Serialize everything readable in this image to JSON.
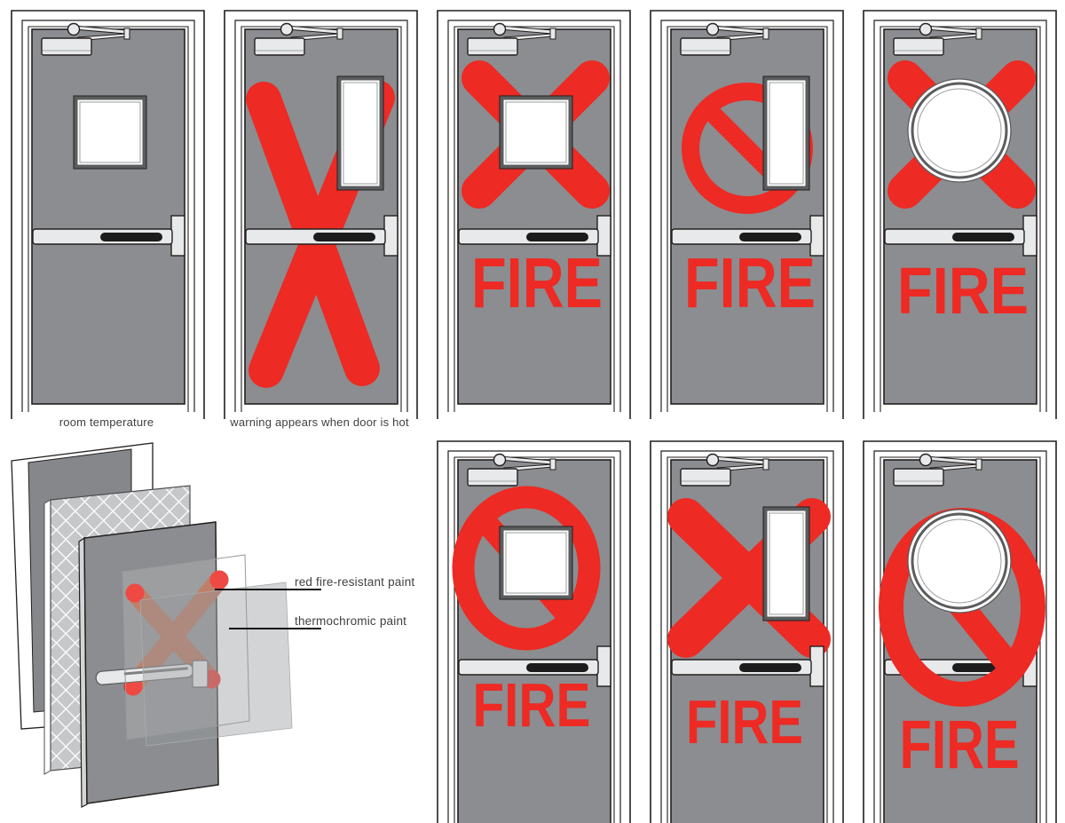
{
  "palette": {
    "red": "#ED2A24",
    "brown": "#B5694F",
    "door_gray": "#8B8D90",
    "outline": "#231F20",
    "hardware": "#E8E9EA",
    "window_frame": "#5B5C5E",
    "window_inner_line": "#9A9C9E",
    "pad_black": "#1C1C1C",
    "caption_text": "#414042",
    "hatch_base": "#C6C7C9",
    "back_panel": "#85878A",
    "door_edge": "#D4D5D7"
  },
  "labels": {
    "fire": "FIRE"
  },
  "doors": [
    {
      "name": "door-room-temperature",
      "col": 0,
      "row": 0,
      "window": "square",
      "marking": "none",
      "fire": false,
      "caption": "room temperature"
    },
    {
      "name": "door-hot-warning",
      "col": 1,
      "row": 0,
      "window": "slit",
      "marking": "x-full",
      "fire": false,
      "caption": "warning appears when door is hot"
    },
    {
      "name": "door-fire-x-square-window",
      "col": 2,
      "row": 0,
      "window": "square",
      "marking": "x-top",
      "fire": true
    },
    {
      "name": "door-fire-ban-slit-window",
      "col": 3,
      "row": 0,
      "window": "slit",
      "marking": "ban-medium",
      "fire": true
    },
    {
      "name": "door-fire-x-round-window",
      "col": 4,
      "row": 0,
      "window": "round",
      "marking": "x-top",
      "fire": true
    },
    {
      "name": "door-fire-ban-square-window",
      "col": 2,
      "row": 1,
      "window": "square",
      "marking": "ban-large",
      "fire": true
    },
    {
      "name": "door-fire-x-slit-window",
      "col": 3,
      "row": 1,
      "window": "slit",
      "marking": "x-low",
      "fire": true
    },
    {
      "name": "door-fire-ban-round-window",
      "col": 4,
      "row": 1,
      "window": "round",
      "marking": "ban-xl",
      "fire": true,
      "marking_over_bar": true
    }
  ],
  "exploded": {
    "labels": [
      {
        "text": "red fire-resistant paint"
      },
      {
        "text": "thermochromic paint"
      }
    ]
  }
}
